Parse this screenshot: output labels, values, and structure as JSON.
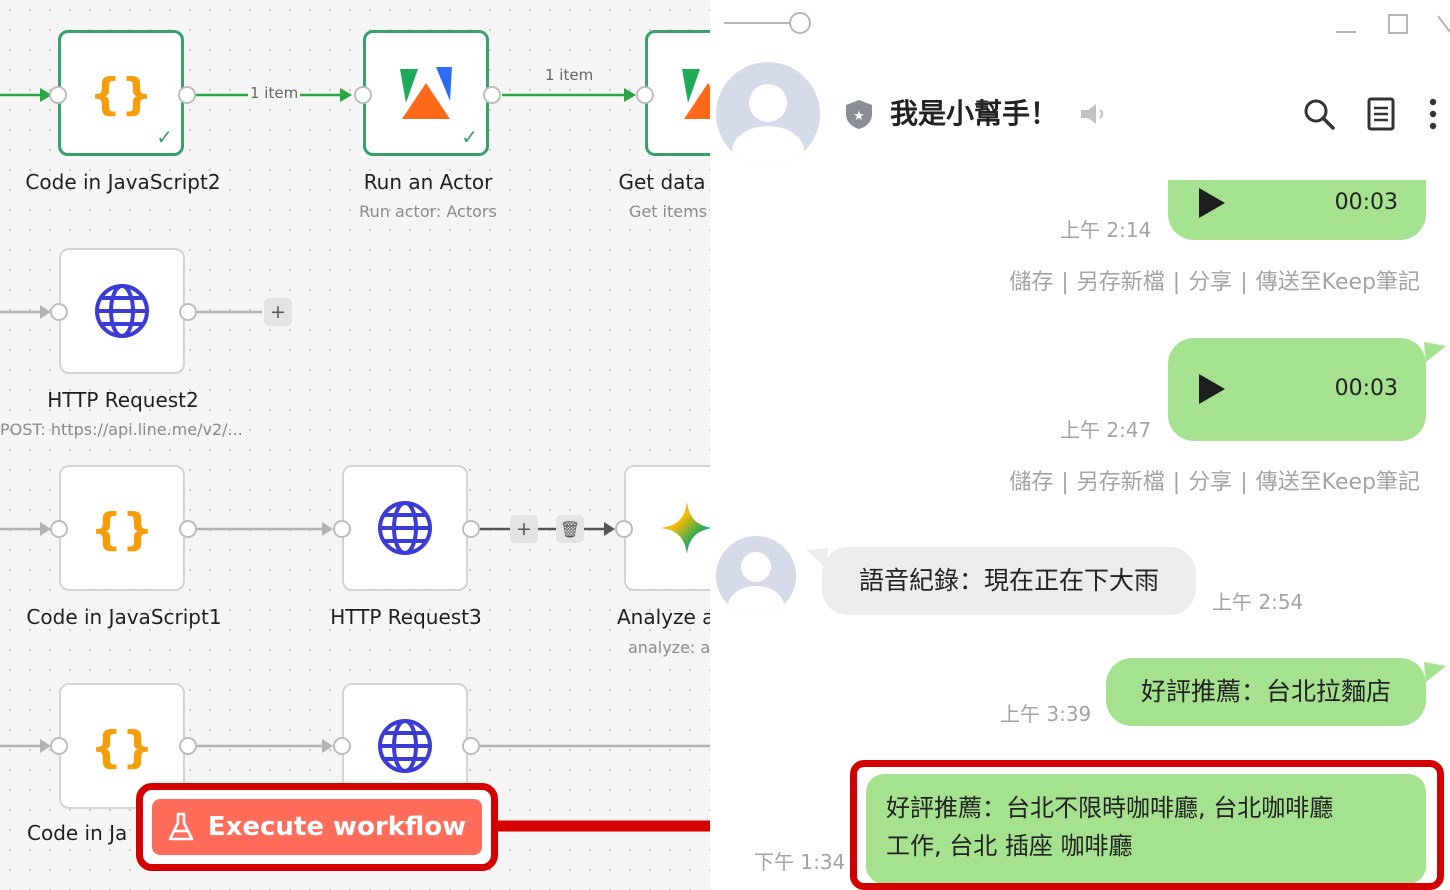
{
  "canvas": {
    "nodes": [
      {
        "id": "code2",
        "label": "Code in JavaScript2",
        "sub": "",
        "icon": "curly-braces-icon"
      },
      {
        "id": "actor",
        "label": "Run an Actor",
        "sub": "Run actor: Actors",
        "icon": "apify-logo-icon"
      },
      {
        "id": "getdata",
        "label": "Get data",
        "sub": "Get items",
        "icon": "apify-logo-icon"
      },
      {
        "id": "http2",
        "label": "HTTP Request2",
        "sub": "POST: https://api.line.me/v2/...",
        "icon": "globe-icon"
      },
      {
        "id": "code1",
        "label": "Code in JavaScript1",
        "sub": "",
        "icon": "curly-braces-icon"
      },
      {
        "id": "http3",
        "label": "HTTP Request3",
        "sub": "",
        "icon": "globe-icon"
      },
      {
        "id": "analyze",
        "label": "Analyze a",
        "sub": "analyze: a",
        "icon": "gemini-sparkle-icon"
      },
      {
        "id": "code0",
        "label": "Code in Ja",
        "sub": "",
        "icon": "curly-braces-icon"
      }
    ],
    "edge_labels": {
      "e1": "1 item",
      "e2": "1 item"
    },
    "execute_button": "Execute workflow",
    "colors": {
      "accent": "#ff6d5a",
      "success": "#38a169",
      "highlight": "#d40000"
    }
  },
  "chat": {
    "title": "我是小幫手！",
    "messages": {
      "audio1": {
        "duration": "00:03",
        "time": "上午 2:14"
      },
      "audio2": {
        "duration": "00:03",
        "time": "上午 2:47"
      },
      "recv1": {
        "text": "語音紀錄：現在正在下大雨",
        "time": "上午 2:54"
      },
      "sent1": {
        "text": "好評推薦：台北拉麵店",
        "time": "上午 3:39"
      },
      "sent2": {
        "line1": "好評推薦：台北不限時咖啡廳, 台北咖啡廳",
        "line2": "工作, 台北 插座 咖啡廳",
        "time": "下午 1:34"
      }
    },
    "actions": [
      "儲存",
      "另存新檔",
      "分享",
      "傳送至Keep筆記"
    ],
    "separator": "|",
    "colors": {
      "bubble_sent": "#a5e28f",
      "bubble_recv": "#ececec"
    }
  }
}
